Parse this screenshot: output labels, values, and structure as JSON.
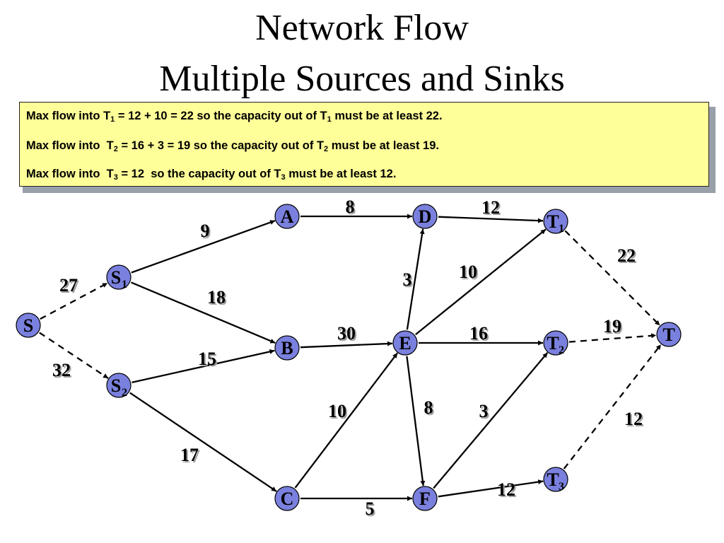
{
  "slide": {
    "title_line1": "Network Flow",
    "title_line2": "Multiple Sources and Sinks"
  },
  "info_box": {
    "lines": [
      [
        {
          "text": "Max flow into T"
        },
        {
          "text": "1",
          "sub": true
        },
        {
          "text": " = 12 + 10 = 22 so the capacity out of T"
        },
        {
          "text": "1",
          "sub": true
        },
        {
          "text": " must be at least 22."
        }
      ],
      [
        {
          "text": "Max flow into  T"
        },
        {
          "text": "2",
          "sub": true
        },
        {
          "text": " = 16 + 3 = 19 so the capacity out of T"
        },
        {
          "text": "2",
          "sub": true
        },
        {
          "text": " must be at least 19."
        }
      ],
      [
        {
          "text": "Max flow into  T"
        },
        {
          "text": "3",
          "sub": true
        },
        {
          "text": " = 12  so the capacity out of T"
        },
        {
          "text": "3",
          "sub": true
        },
        {
          "text": " must be at least 12."
        }
      ]
    ],
    "background_color": "#ffff99"
  },
  "graph": {
    "node_color": "#7a80dd",
    "nodes": [
      {
        "id": "S",
        "label": "S",
        "sub": ""
      },
      {
        "id": "S1",
        "label": "S",
        "sub": "1"
      },
      {
        "id": "S2",
        "label": "S",
        "sub": "2"
      },
      {
        "id": "A",
        "label": "A",
        "sub": ""
      },
      {
        "id": "B",
        "label": "B",
        "sub": ""
      },
      {
        "id": "C",
        "label": "C",
        "sub": ""
      },
      {
        "id": "D",
        "label": "D",
        "sub": ""
      },
      {
        "id": "E",
        "label": "E",
        "sub": ""
      },
      {
        "id": "F",
        "label": "F",
        "sub": ""
      },
      {
        "id": "T1",
        "label": "T",
        "sub": "1"
      },
      {
        "id": "T2",
        "label": "T",
        "sub": "2"
      },
      {
        "id": "T3",
        "label": "T",
        "sub": "3"
      },
      {
        "id": "T",
        "label": "T",
        "sub": ""
      }
    ],
    "edges": [
      {
        "from": "S",
        "to": "S1",
        "capacity": "27",
        "dashed": true
      },
      {
        "from": "S",
        "to": "S2",
        "capacity": "32",
        "dashed": true
      },
      {
        "from": "S1",
        "to": "A",
        "capacity": "9",
        "dashed": false
      },
      {
        "from": "S1",
        "to": "B",
        "capacity": "18",
        "dashed": false
      },
      {
        "from": "S2",
        "to": "B",
        "capacity": "15",
        "dashed": false
      },
      {
        "from": "S2",
        "to": "C",
        "capacity": "17",
        "dashed": false
      },
      {
        "from": "A",
        "to": "D",
        "capacity": "8",
        "dashed": false
      },
      {
        "from": "B",
        "to": "E",
        "capacity": "30",
        "dashed": false
      },
      {
        "from": "C",
        "to": "E",
        "capacity": "10",
        "dashed": false
      },
      {
        "from": "C",
        "to": "F",
        "capacity": "5",
        "dashed": false
      },
      {
        "from": "E",
        "to": "D",
        "capacity": "3",
        "dashed": false
      },
      {
        "from": "E",
        "to": "T1",
        "capacity": "10",
        "dashed": false
      },
      {
        "from": "E",
        "to": "T2",
        "capacity": "16",
        "dashed": false
      },
      {
        "from": "E",
        "to": "F",
        "capacity": "8",
        "dashed": false
      },
      {
        "from": "D",
        "to": "T1",
        "capacity": "12",
        "dashed": false
      },
      {
        "from": "F",
        "to": "T2",
        "capacity": "3",
        "dashed": false
      },
      {
        "from": "F",
        "to": "T3",
        "capacity": "12",
        "dashed": false
      },
      {
        "from": "T1",
        "to": "T",
        "capacity": "22",
        "dashed": true
      },
      {
        "from": "T2",
        "to": "T",
        "capacity": "19",
        "dashed": true
      },
      {
        "from": "T3",
        "to": "T",
        "capacity": "12",
        "dashed": true
      }
    ]
  }
}
